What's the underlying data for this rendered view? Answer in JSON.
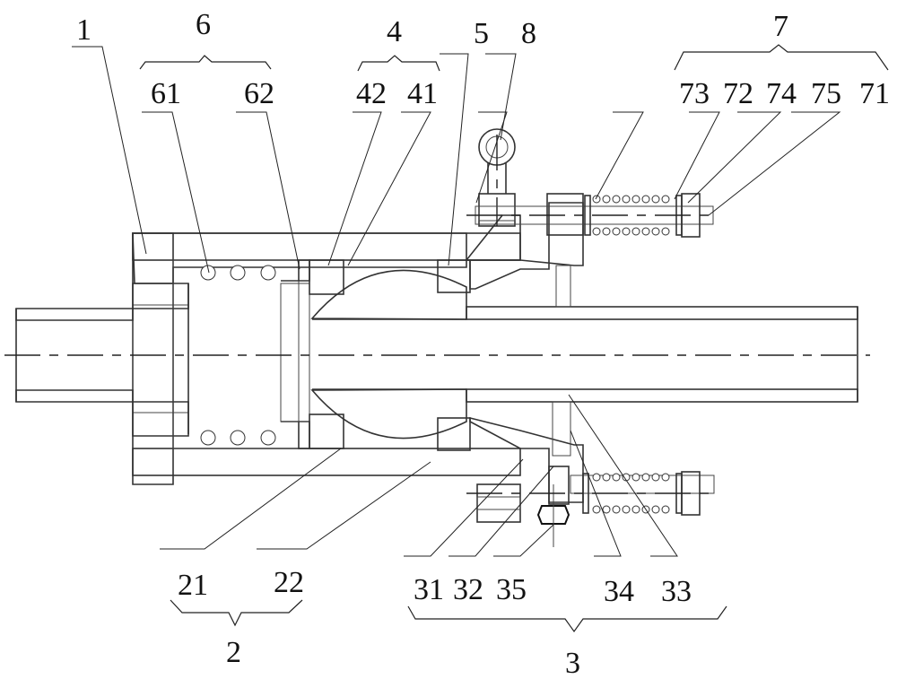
{
  "figure": {
    "type": "mechanical cross-section drawing",
    "subject": "rotary / ball-joint pipe coupling assembly"
  },
  "group_labels": [
    {
      "id": "1",
      "text": "1"
    },
    {
      "id": "2",
      "text": "2"
    },
    {
      "id": "3",
      "text": "3"
    },
    {
      "id": "4",
      "text": "4"
    },
    {
      "id": "5",
      "text": "5"
    },
    {
      "id": "6",
      "text": "6"
    },
    {
      "id": "7",
      "text": "7"
    },
    {
      "id": "8",
      "text": "8"
    }
  ],
  "part_labels": {
    "top": [
      "61",
      "62",
      "42",
      "41",
      "73",
      "72",
      "74",
      "75",
      "71"
    ],
    "bottom": [
      "21",
      "22",
      "31",
      "32",
      "35",
      "34",
      "33"
    ]
  },
  "groups": {
    "2": [
      "21",
      "22"
    ],
    "3": [
      "31",
      "32",
      "35",
      "34",
      "33"
    ],
    "4": [
      "42",
      "41"
    ],
    "6": [
      "61",
      "62"
    ],
    "7": [
      "73",
      "72",
      "74",
      "75",
      "71"
    ]
  }
}
